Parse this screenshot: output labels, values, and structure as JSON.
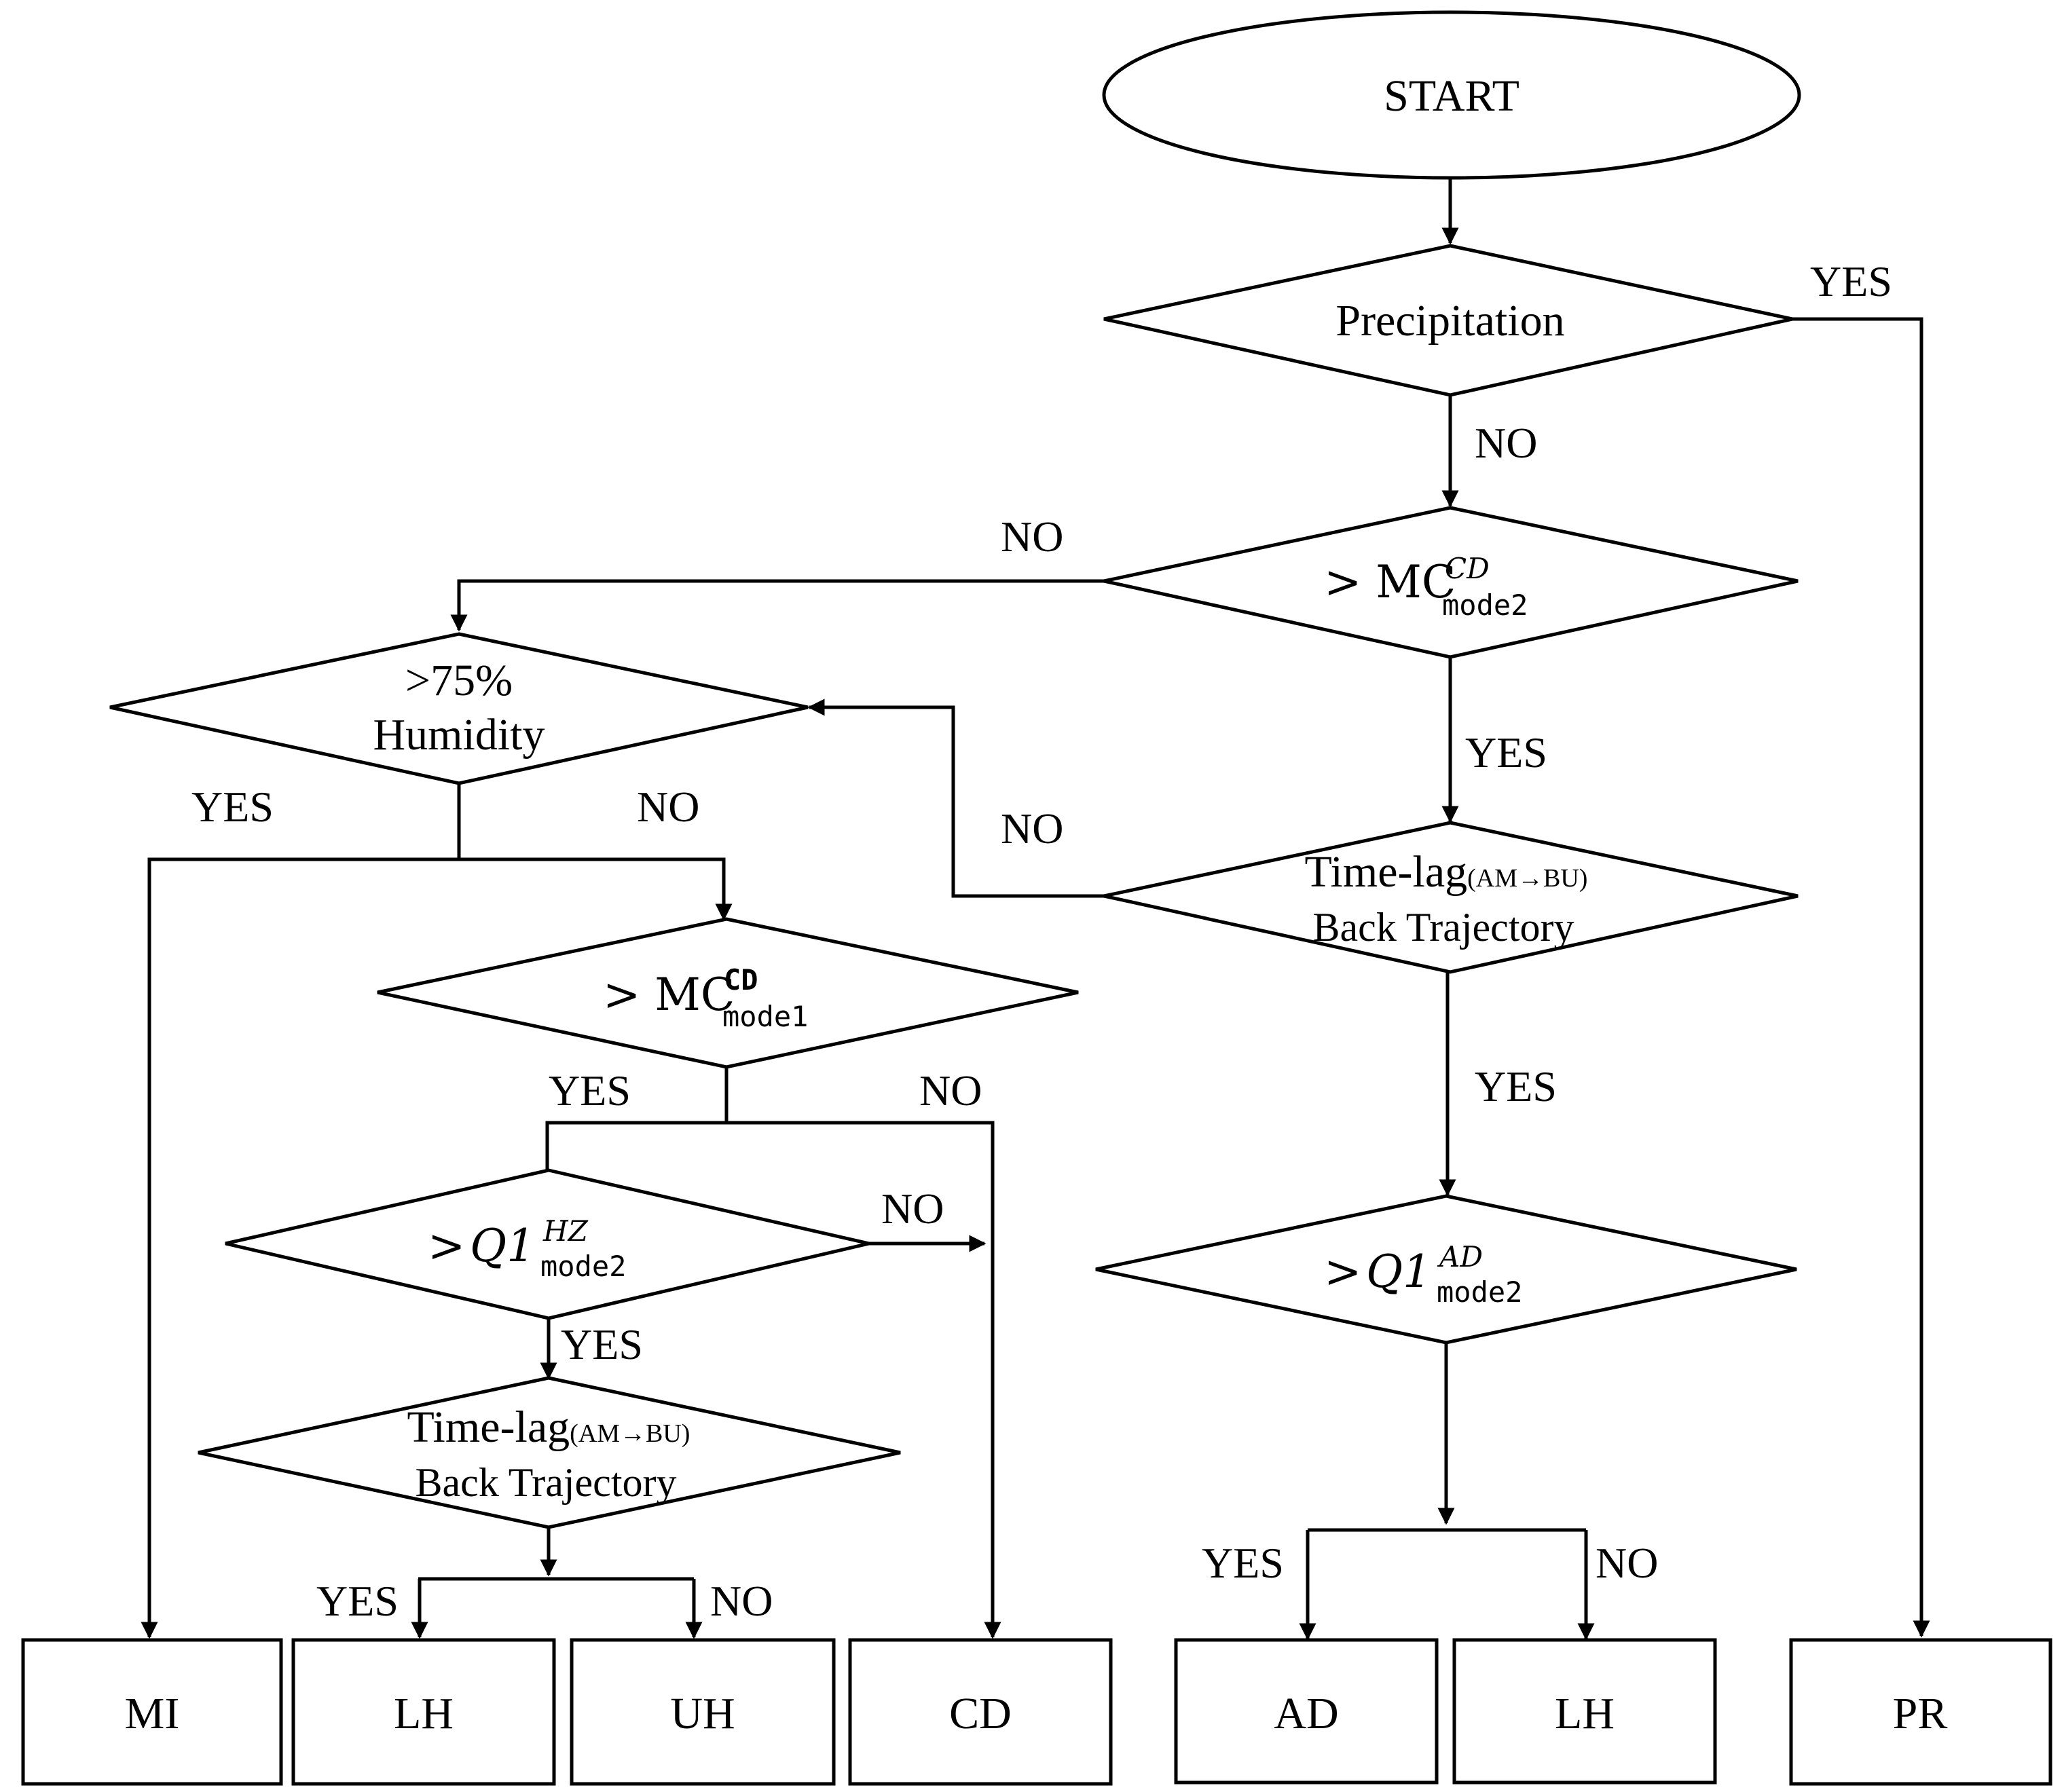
{
  "start": "START",
  "precipitation": "Precipitation",
  "mc_cd_mode2": {
    "prefix": "> MC",
    "sup": "CD",
    "sub": "mode2"
  },
  "humidity": {
    "line1": ">75%",
    "line2": "Humidity"
  },
  "timelag_right": {
    "main": "Time-lag",
    "qualifier": "(AM→BU)",
    "line2": "Back Trajectory"
  },
  "mc_cd_mode1": {
    "prefix": "> MC",
    "sup": "CD",
    "sub": "mode1"
  },
  "q1_hz_mode2": {
    "prefix": "> ",
    "var": "Q1",
    "sup": "HZ",
    "sub": "mode2"
  },
  "timelag_left": {
    "main": "Time-lag",
    "qualifier": "(AM→BU)",
    "line2": "Back Trajectory"
  },
  "q1_ad_mode2": {
    "prefix": "> ",
    "var": "Q1",
    "sup": "AD",
    "sub": "mode2"
  },
  "edge_labels": {
    "precip_yes": "YES",
    "precip_no": "NO",
    "mc2_no": "NO",
    "mc2_yes": "YES",
    "timelag_right_no": "NO",
    "timelag_right_yes": "YES",
    "humidity_yes": "YES",
    "humidity_no": "NO",
    "mc1_yes": "YES",
    "mc1_no": "NO",
    "q1hz_no": "NO",
    "q1hz_yes": "YES",
    "timelag_left_yes": "YES",
    "timelag_left_no": "NO",
    "q1ad_yes": "YES",
    "q1ad_no": "NO"
  },
  "outcomes": {
    "mi": "MI",
    "lh_left": "LH",
    "uh": "UH",
    "cd": "CD",
    "ad": "AD",
    "lh_right": "LH",
    "pr": "PR"
  }
}
